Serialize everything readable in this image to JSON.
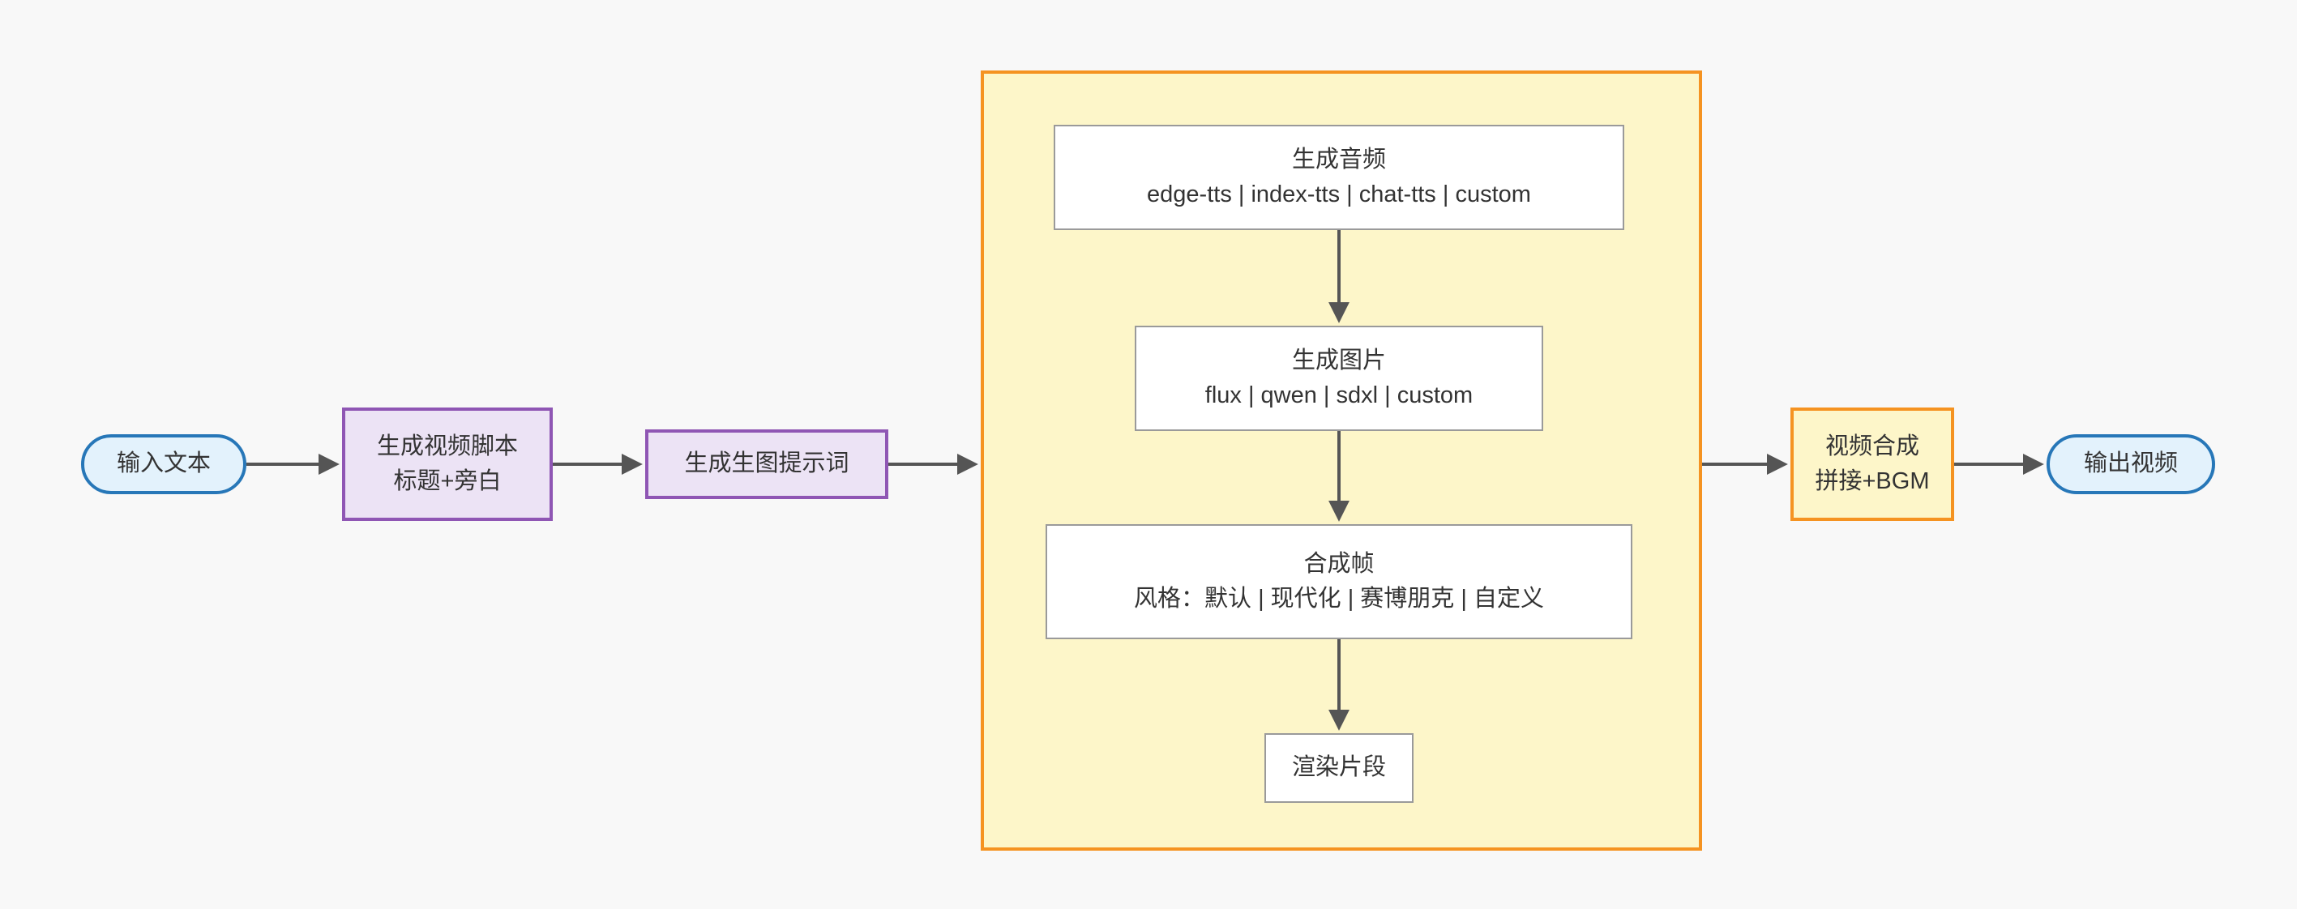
{
  "colors": {
    "background": "#f8f8f8",
    "arrow": "#555555",
    "text": "#333333",
    "pill_fill": "#e3f2fc",
    "pill_border": "#2777b8",
    "purple_fill": "#ece3f5",
    "purple_border": "#8f56b4",
    "container_fill": "#fdf6c9",
    "container_border": "#f59321",
    "compose_fill": "#fdf6c9",
    "white_fill": "#ffffff",
    "white_border": "#9a9a9a"
  },
  "nodes": {
    "input_text": {
      "label": "输入文本"
    },
    "script": {
      "line1": "生成视频脚本",
      "line2": "标题+旁白"
    },
    "prompt": {
      "label": "生成生图提示词"
    },
    "audio": {
      "line1": "生成音频",
      "line2": "edge-tts | index-tts | chat-tts | custom"
    },
    "image": {
      "line1": "生成图片",
      "line2": "flux | qwen | sdxl | custom"
    },
    "frame": {
      "line1": "合成帧",
      "line2": "风格：默认 | 现代化 | 赛博朋克 | 自定义"
    },
    "render": {
      "label": "渲染片段"
    },
    "compose": {
      "line1": "视频合成",
      "line2": "拼接+BGM"
    },
    "output": {
      "label": "输出视频"
    }
  },
  "edges": [
    {
      "from": "input_text",
      "to": "script"
    },
    {
      "from": "script",
      "to": "prompt"
    },
    {
      "from": "prompt",
      "to": "pipeline"
    },
    {
      "from": "audio",
      "to": "image"
    },
    {
      "from": "image",
      "to": "frame"
    },
    {
      "from": "frame",
      "to": "render"
    },
    {
      "from": "pipeline",
      "to": "compose"
    },
    {
      "from": "compose",
      "to": "output"
    }
  ]
}
